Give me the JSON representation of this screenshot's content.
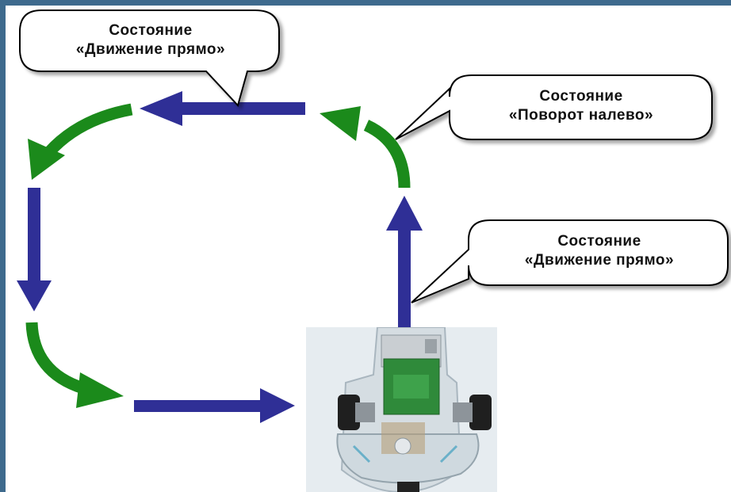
{
  "colors": {
    "frame": "#3e6a8d",
    "arrow_blue": "#2f2f96",
    "arrow_green": "#1b8a1b",
    "callout_fill": "#ffffff",
    "callout_stroke": "#000000"
  },
  "callouts": [
    {
      "line1": "Состояние",
      "line2": "«Движение прямо»"
    },
    {
      "line1": "Состояние",
      "line2": "«Поворот налево»"
    },
    {
      "line1": "Состояние",
      "line2": "«Движение прямо»"
    }
  ],
  "image": {
    "subject": "robot-photo"
  }
}
